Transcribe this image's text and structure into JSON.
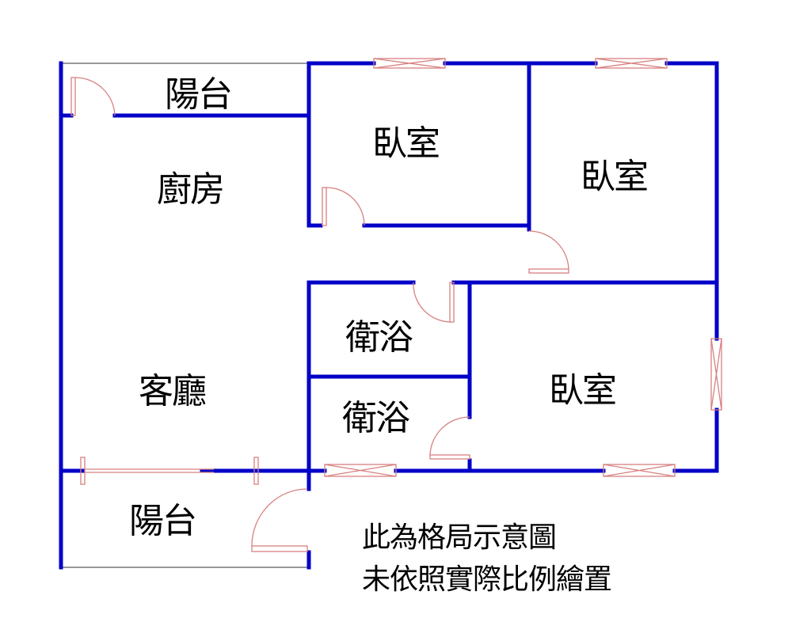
{
  "rooms": {
    "balcony_top": "陽台",
    "kitchen": "廚房",
    "bedroom_1": "臥室",
    "bedroom_2": "臥室",
    "bath_1": "衛浴",
    "bath_2": "衛浴",
    "bedroom_3": "臥室",
    "living_room": "客廳",
    "balcony_bottom": "陽台"
  },
  "note": {
    "line1": "此為格局示意圖",
    "line2": "未依照實際比例繪置"
  },
  "colors": {
    "wall": "#0000c8",
    "fixture": "#d88080",
    "outline": "#777777"
  }
}
